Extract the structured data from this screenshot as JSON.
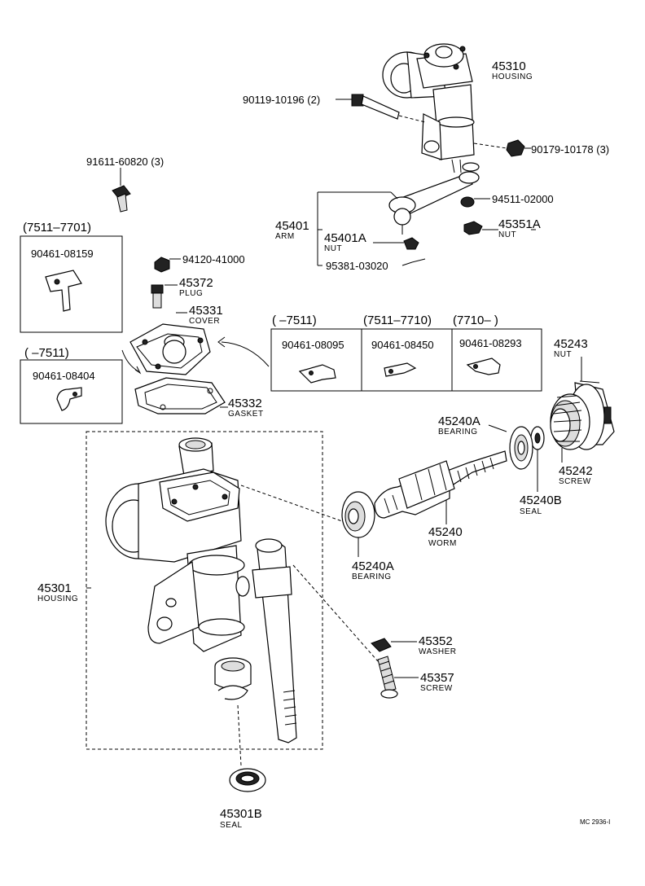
{
  "labels": {
    "housing_top_pn": "45310",
    "housing_top_nm": "HOUSING",
    "bolt_pn": "90119-10196 (2)",
    "nut_bolt_pn": "90179-10178 (3)",
    "bolt_left_pn": "91611-60820 (3)",
    "washer_arm_pn": "94511-02000",
    "arm_pn": "45401",
    "arm_nm": "ARM",
    "nut_arm_pn": "45401A",
    "nut_arm_nm": "NUT",
    "nut_351_pn": "45351A",
    "nut_351_nm": "NUT",
    "pin_pn": "95381-03020",
    "box1_range": "(7511–7701)",
    "box1_pn": "90461-08159",
    "nut_120_pn": "94120-41000",
    "plug_pn": "45372",
    "plug_nm": "PLUG",
    "cover_pn": "45331",
    "cover_nm": "COVER",
    "box2_range": "(     –7511)",
    "box2_pn": "90461-08404",
    "box3a_range": "(     –7511)",
    "box3a_pn": "90461-08095",
    "box3b_range": "(7511–7710)",
    "box3b_pn": "90461-08450",
    "box3c_range": "(7710–       )",
    "box3c_pn": "90461-08293",
    "nut_243_pn": "45243",
    "nut_243_nm": "NUT",
    "gasket_pn": "45332",
    "gasket_nm": "GASKET",
    "bearing_a_pn": "45240A",
    "bearing_a_nm": "BEARING",
    "screw_242_pn": "45242",
    "screw_242_nm": "SCREW",
    "seal_240b_pn": "45240B",
    "seal_240b_nm": "SEAL",
    "worm_pn": "45240",
    "worm_nm": "WORM",
    "bearing_b_pn": "45240A",
    "bearing_b_nm": "BEARING",
    "housing_main_pn": "45301",
    "housing_main_nm": "HOUSING",
    "washer_352_pn": "45352",
    "washer_352_nm": "WASHER",
    "screw_357_pn": "45357",
    "screw_357_nm": "SCREW",
    "seal_301b_pn": "45301B",
    "seal_301b_nm": "SEAL",
    "ref_code": "MC 2936-I"
  }
}
